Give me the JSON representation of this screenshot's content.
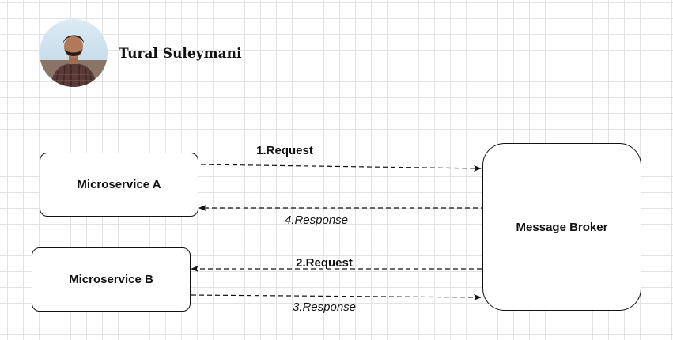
{
  "author": {
    "name": "Tural Suleymani"
  },
  "nodes": {
    "microservice_a": "Microservice A",
    "microservice_b": "Microservice B",
    "message_broker": "Message Broker"
  },
  "edges": [
    {
      "id": "e1",
      "label": "1.Request",
      "style": "request",
      "from": "microservice_a",
      "to": "message_broker"
    },
    {
      "id": "e4",
      "label": "4.Response",
      "style": "response",
      "from": "message_broker",
      "to": "microservice_a"
    },
    {
      "id": "e2",
      "label": "2.Request",
      "style": "request",
      "from": "message_broker",
      "to": "microservice_b"
    },
    {
      "id": "e3",
      "label": "3.Response",
      "style": "response",
      "from": "microservice_b",
      "to": "message_broker"
    }
  ],
  "colors": {
    "stroke": "#111111",
    "grid": "#e3e3e3",
    "avatar_bg": "#cfe3ef",
    "avatar_shirt": "#5a3a36",
    "avatar_skin": "#b07a5a",
    "avatar_hair": "#2a1d17"
  }
}
